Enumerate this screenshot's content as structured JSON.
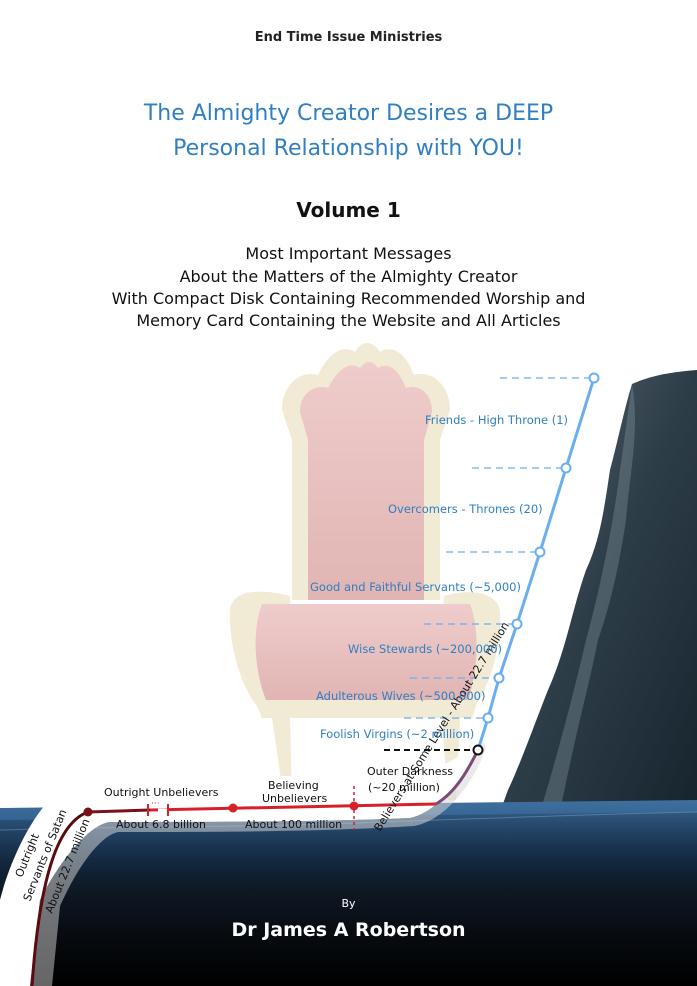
{
  "publisher": "End Time Issue Ministries",
  "title": {
    "line1": "The Almighty Creator Desires a DEEP",
    "line2": "Personal Relationship with YOU!"
  },
  "volume": "Volume 1",
  "subtitle": {
    "line1": "Most Important Messages",
    "line2": "About the Matters of the Almighty Creator",
    "line3": "With Compact Disk Containing Recommended Worship and",
    "line4": "Memory Card Containing the Website and All Articles"
  },
  "levels": [
    "Friends - High Throne (1)",
    "Overcomers - Thrones (20)",
    "Good and Faithful Servants (~5,000)",
    "Wise Stewards (~200,000)",
    "Adulterous Wives (~500,000)",
    "Foolish Virgins (~2 million)"
  ],
  "diagram": {
    "outer_darkness_line1": "Outer Darkness",
    "outer_darkness_line2": "(~20 million)",
    "outright_unbelievers": "Outright Unbelievers",
    "outright_unbelievers_count": "About 6.8 billion",
    "believing_unbelievers_line1": "Believing",
    "believing_unbelievers_line2": "Unbelievers",
    "believing_unbelievers_count": "About 100 million",
    "believers_label": "Believers at Some Level - About 22.7 million",
    "servants_line1": "Outright",
    "servants_line2": "Servants of Satan",
    "servants_count": "About 22.7 million"
  },
  "by": "By",
  "author": "Dr James A Robertson",
  "colors": {
    "title_blue": "#2f7fc1",
    "line_blue": "#6aaef0",
    "line_red": "#d8202a",
    "line_darkred": "#7a1018"
  }
}
